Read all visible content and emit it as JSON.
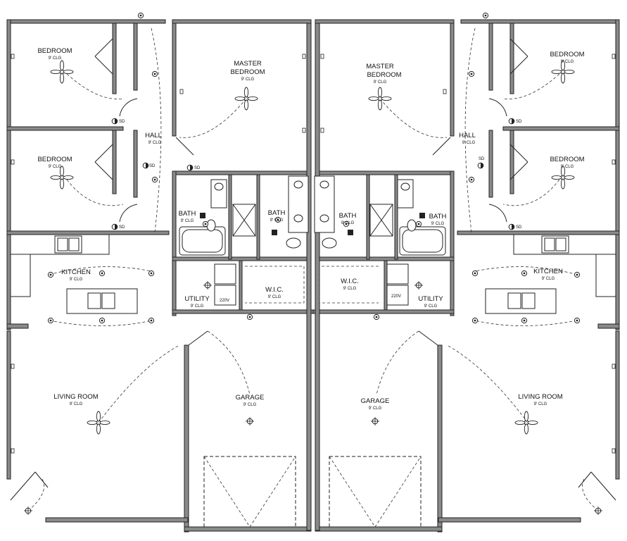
{
  "rooms": {
    "bedroom_1_left": {
      "name": "BEDROOM",
      "ceiling": "9' CLG"
    },
    "bedroom_2_left": {
      "name": "BEDROOM",
      "ceiling": "9' CLG"
    },
    "hall_left": {
      "name": "HALL",
      "ceiling": "9' CLG"
    },
    "master_left": {
      "name_line1": "MASTER",
      "name_line2": "BEDROOM",
      "ceiling": "9' CLG"
    },
    "bath_left": {
      "name": "BATH",
      "ceiling": "9' CLG"
    },
    "master_bath_left": {
      "name": "BATH",
      "ceiling": "9' CLG"
    },
    "kitchen_left": {
      "name": "KITCHEN",
      "ceiling": "9' CLG"
    },
    "utility_left": {
      "name": "UTILITY",
      "ceiling": "9' CLG"
    },
    "wic_left": {
      "name": "W.I.C.",
      "ceiling": "9' CLG"
    },
    "living_left": {
      "name": "LIVING ROOM",
      "ceiling": "9' CLG"
    },
    "garage_left": {
      "name": "GARAGE",
      "ceiling": "9' CLG"
    },
    "bedroom_1_right": {
      "name": "BEDROOM",
      "ceiling": "9' CLG"
    },
    "bedroom_2_right": {
      "name": "BEDROOM",
      "ceiling": "9' CLG"
    },
    "hall_right": {
      "name": "HALL",
      "ceiling": "9' CLG"
    },
    "master_right": {
      "name_line1": "MASTER",
      "name_line2": "BEDROOM",
      "ceiling": "9' CLG"
    },
    "bath_right": {
      "name": "BATH",
      "ceiling": "9' CLG"
    },
    "master_bath_right": {
      "name": "BATH",
      "ceiling": "9' CLG"
    },
    "kitchen_right": {
      "name": "KITCHEN",
      "ceiling": "9' CLG"
    },
    "utility_right": {
      "name": "UTILITY",
      "ceiling": "9' CLG"
    },
    "wic_right": {
      "name": "W.I.C.",
      "ceiling": "9' CLG"
    },
    "living_right": {
      "name": "LIVING ROOM",
      "ceiling": "9' CLG"
    },
    "garage_right": {
      "name": "GARAGE",
      "ceiling": "9' CLG"
    }
  },
  "symbols": {
    "smoke_detector": "SD",
    "outlet_220v": "220V"
  }
}
